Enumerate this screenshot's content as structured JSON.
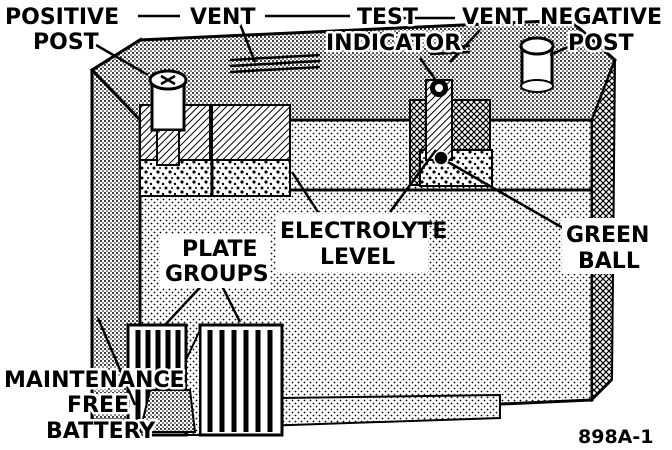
{
  "figure": {
    "labels": {
      "positive_post": [
        "POSITIVE",
        "POST"
      ],
      "vent_left": "VENT",
      "test_indicator": [
        "TEST",
        "INDICATOR"
      ],
      "vent_right": "VENT",
      "negative_post": [
        "NEGATIVE",
        "POST"
      ],
      "electrolyte_level": [
        "ELECTROLYTE",
        "LEVEL"
      ],
      "green_ball": [
        "GREEN",
        "BALL"
      ],
      "plate_groups": [
        "PLATE",
        "GROUPS"
      ],
      "maintenance_free_battery": [
        "MAINTENANCE",
        "FREE",
        "BATTERY"
      ]
    },
    "figure_code": "898A-1"
  }
}
